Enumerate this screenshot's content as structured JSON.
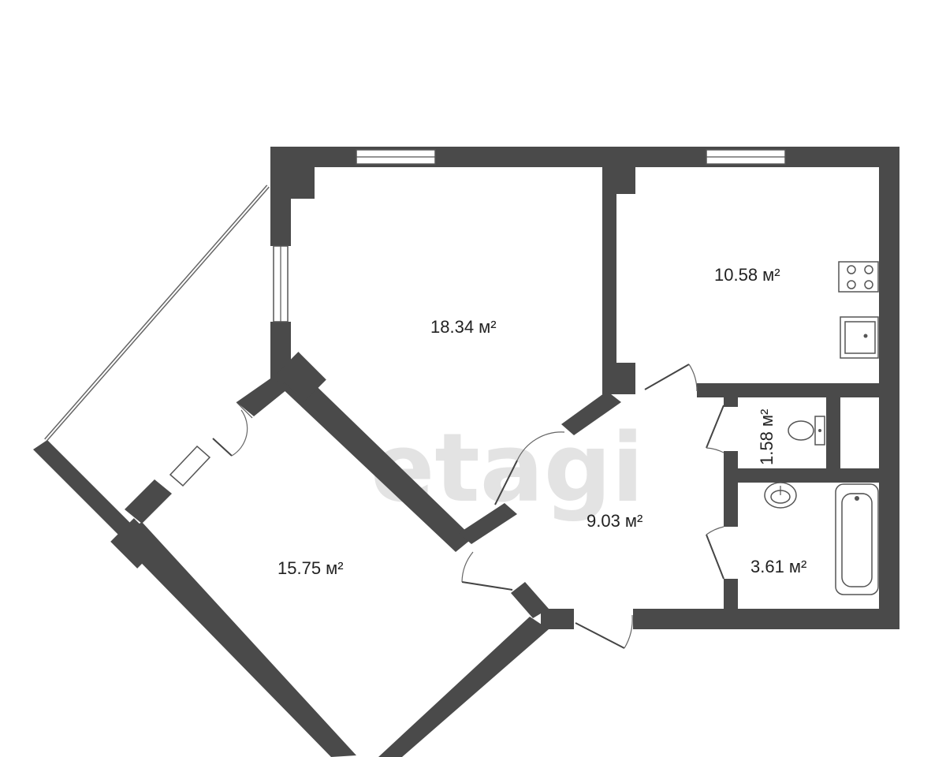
{
  "watermark": "etagi",
  "unit_suffix": "м²",
  "rooms": [
    {
      "id": "living-room",
      "area": "18.34 м²"
    },
    {
      "id": "kitchen",
      "area": "10.58 м²"
    },
    {
      "id": "bedroom",
      "area": "15.75 м²"
    },
    {
      "id": "hallway",
      "area": "9.03 м²"
    },
    {
      "id": "toilet",
      "area": "1.58 м²"
    },
    {
      "id": "bathroom",
      "area": "3.61 м²"
    }
  ]
}
